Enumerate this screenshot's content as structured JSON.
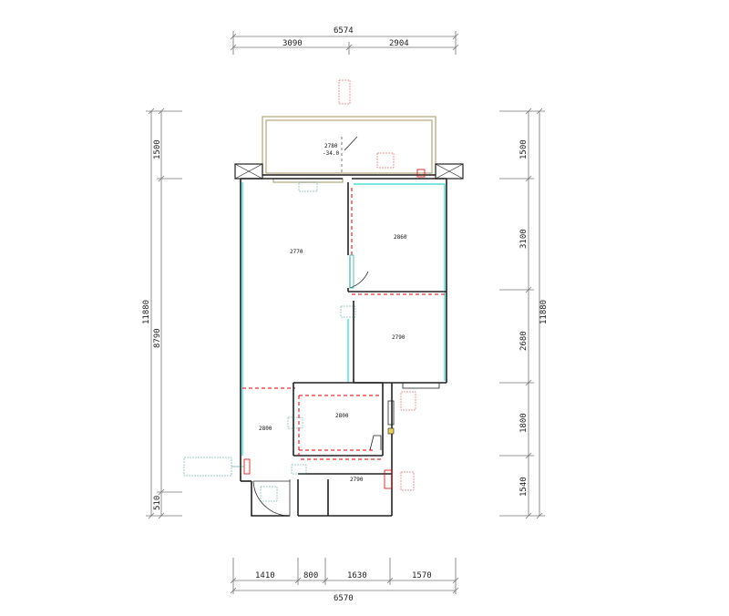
{
  "dimensions": {
    "top_total": "6574",
    "top_left": "3090",
    "top_right": "2904",
    "bottom_total": "6570",
    "bottom_segments": [
      "1410",
      "800",
      "1630",
      "1570"
    ],
    "left_total": "11880",
    "left_upper": "1500",
    "left_lower": "8790",
    "left_bottom": "510",
    "right_total": "11880",
    "right_segments": [
      "1500",
      "3100",
      "2680",
      "1800",
      "1540"
    ]
  },
  "room_heights": {
    "balcony": "2780",
    "balcony_sub": "-34.0",
    "living": "2770",
    "bedroom1": "2860",
    "bedroom2": "2790",
    "kitchen": "2800",
    "bath_room": "2790",
    "hall": "2800"
  },
  "colors": {
    "wall": "#222222",
    "cyan": "#2fd8d8",
    "red": "#e00000",
    "teal": "#1f7f7f",
    "tan": "#b5a57a"
  }
}
